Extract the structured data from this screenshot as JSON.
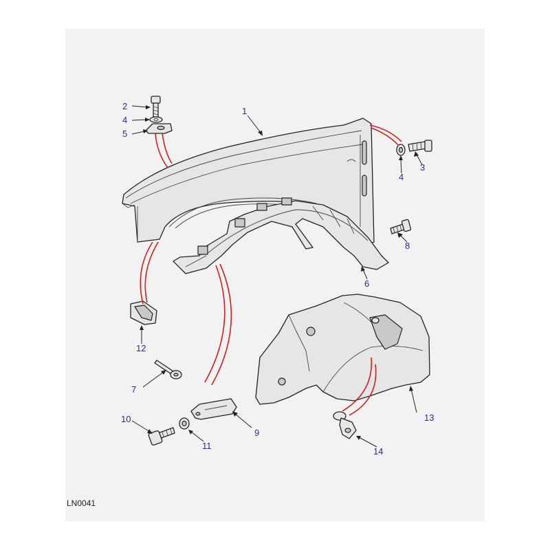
{
  "diagram": {
    "reference_code": "LN0041",
    "colors": {
      "background": "#f2f2f2",
      "callout_text": "#2b2b8a",
      "fitting_lines": "#d21f1f",
      "outline": "#222222",
      "part_fill": "#e6e6e6"
    },
    "callouts": [
      {
        "id": "c1",
        "label": "1"
      },
      {
        "id": "c2",
        "label": "2"
      },
      {
        "id": "c3",
        "label": "3"
      },
      {
        "id": "c4a",
        "label": "4"
      },
      {
        "id": "c4b",
        "label": "4"
      },
      {
        "id": "c5",
        "label": "5"
      },
      {
        "id": "c6",
        "label": "6"
      },
      {
        "id": "c7",
        "label": "7"
      },
      {
        "id": "c8",
        "label": "8"
      },
      {
        "id": "c9",
        "label": "9"
      },
      {
        "id": "c10",
        "label": "10"
      },
      {
        "id": "c11",
        "label": "11"
      },
      {
        "id": "c12",
        "label": "12"
      },
      {
        "id": "c13",
        "label": "13"
      },
      {
        "id": "c14",
        "label": "14"
      }
    ]
  }
}
